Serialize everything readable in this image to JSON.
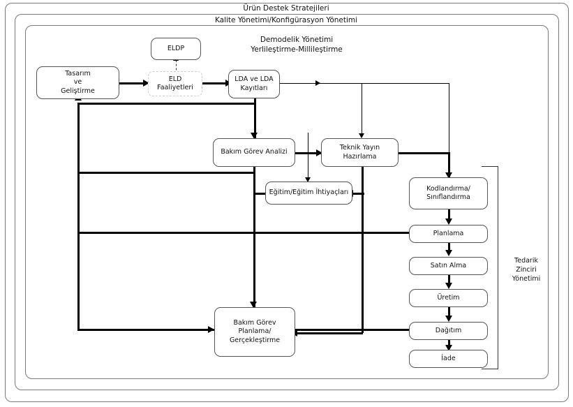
{
  "diagram": {
    "title": "Ürün Destek Stratejileri",
    "frames": [
      {
        "label": "Ürün Destek Stratejileri"
      },
      {
        "label": "Kalite Yönetimi/Konfigürasyon Yönetimi"
      },
      {
        "label": ""
      }
    ],
    "section_heading": {
      "line1": "Demodelik Yönetimi",
      "line2": "Yerlileştirme-Millileştirme"
    },
    "nodes": {
      "eldp": "ELDP",
      "tasarim": "Tasarım\nve\nGeliştirme",
      "tasarim_l1": "Tasarım",
      "tasarim_l2": "ve",
      "tasarim_l3": "Geliştirme",
      "eld_l1": "ELD",
      "eld_l2": "Faaliyetleri",
      "lda_l1": "LDA ve LDA",
      "lda_l2": "Kayıtları",
      "bakim_gorev_analizi": "Bakım Görev Analizi",
      "teknik_yayin": "Teknik Yayın Hazırlama",
      "egitim": "Eğitim/Eğitim İhtiyaçları",
      "kodlandirma_l1": "Kodlandırma/",
      "kodlandirma_l2": "Sınıflandırma",
      "planlama": "Planlama",
      "satin_alma": "Satın Alma",
      "uretim": "Üretim",
      "dagitim": "Dağıtım",
      "iade": "İade",
      "bakim_planlama_l1": "Bakım Görev Planlama/",
      "bakim_planlama_l2": "Gerçekleştirme"
    },
    "bracket_label": {
      "line1": "Tedarik",
      "line2": "Zinciri",
      "line3": "Yönetimi"
    },
    "colors": {
      "frame_border": "#7a7a7a",
      "node_border": "#555555",
      "dashed_border": "#cfcfcf",
      "connector": "#000000",
      "text": "#111111",
      "background": "#ffffff"
    }
  }
}
